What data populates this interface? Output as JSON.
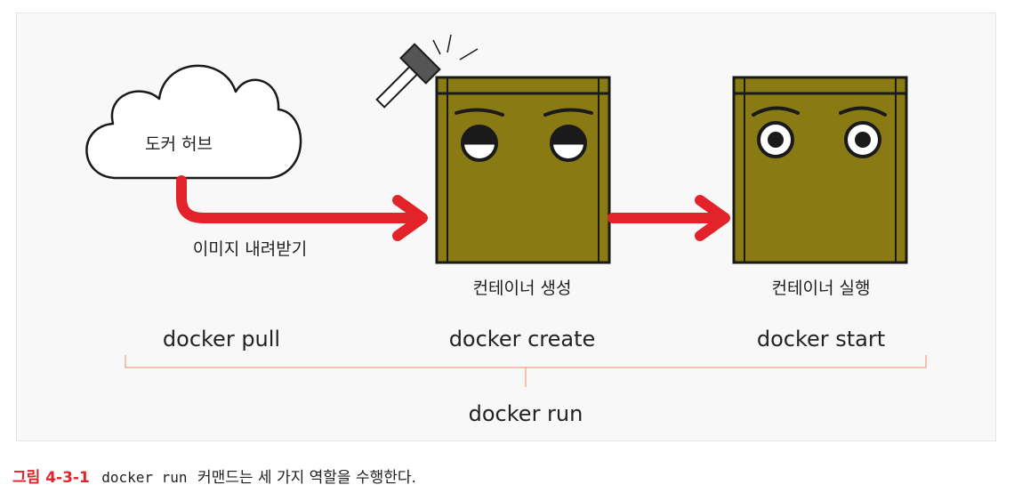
{
  "diagram": {
    "hub_label": "도커 허브",
    "pull_arrow_label": "이미지 내려받기",
    "created_label": "컨테이너 생성",
    "started_label": "컨테이너 실행",
    "cmd_pull": "docker pull",
    "cmd_create": "docker create",
    "cmd_start": "docker start",
    "cmd_run": "docker run",
    "colors": {
      "arrow": "#e2232a",
      "container_fill": "#8a7a14",
      "outline": "#1a1a1a",
      "bracket": "#f0a080",
      "background": "#f8f8f8"
    },
    "icons": [
      "cloud-icon",
      "hammer-icon",
      "container-sleepy-icon",
      "container-awake-icon"
    ]
  },
  "caption": {
    "figure_number": "그림 4-3-1",
    "code": "docker run",
    "text": "커맨드는 세 가지 역할을 수행한다."
  }
}
